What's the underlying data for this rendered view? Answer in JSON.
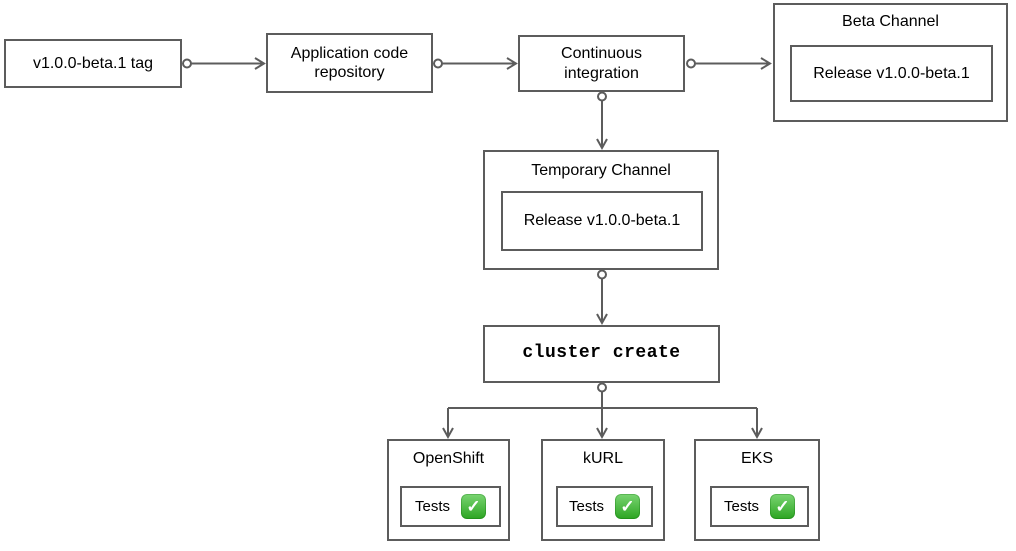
{
  "diagram": {
    "nodes": {
      "tag": {
        "label": "v1.0.0-beta.1 tag"
      },
      "repo": {
        "label": "Application code repository"
      },
      "ci": {
        "label": "Continuous integration"
      },
      "beta_channel": {
        "title": "Beta Channel",
        "release_label": "Release v1.0.0-beta.1"
      },
      "temporary_channel": {
        "title": "Temporary Channel",
        "release_label": "Release v1.0.0-beta.1"
      },
      "cluster_create": {
        "label": "cluster create"
      },
      "clusters": [
        {
          "name": "OpenShift",
          "tests_label": "Tests",
          "tests_passed": true
        },
        {
          "name": "kURL",
          "tests_label": "Tests",
          "tests_passed": true
        },
        {
          "name": "EKS",
          "tests_label": "Tests",
          "tests_passed": true
        }
      ]
    },
    "edges": [
      {
        "from": "tag",
        "to": "repo"
      },
      {
        "from": "repo",
        "to": "ci"
      },
      {
        "from": "ci",
        "to": "beta_channel"
      },
      {
        "from": "ci",
        "to": "temporary_channel"
      },
      {
        "from": "temporary_channel",
        "to": "cluster_create"
      },
      {
        "from": "cluster_create",
        "to": "OpenShift"
      },
      {
        "from": "cluster_create",
        "to": "kURL"
      },
      {
        "from": "cluster_create",
        "to": "EKS"
      }
    ],
    "icons": {
      "tests_passed_icon": "check-mark-button",
      "check_glyph": "✓"
    },
    "colors": {
      "line": "#5c5c5c",
      "box_border": "#5c5c5c",
      "text": "#000000",
      "check_green": "#33bf27"
    }
  }
}
